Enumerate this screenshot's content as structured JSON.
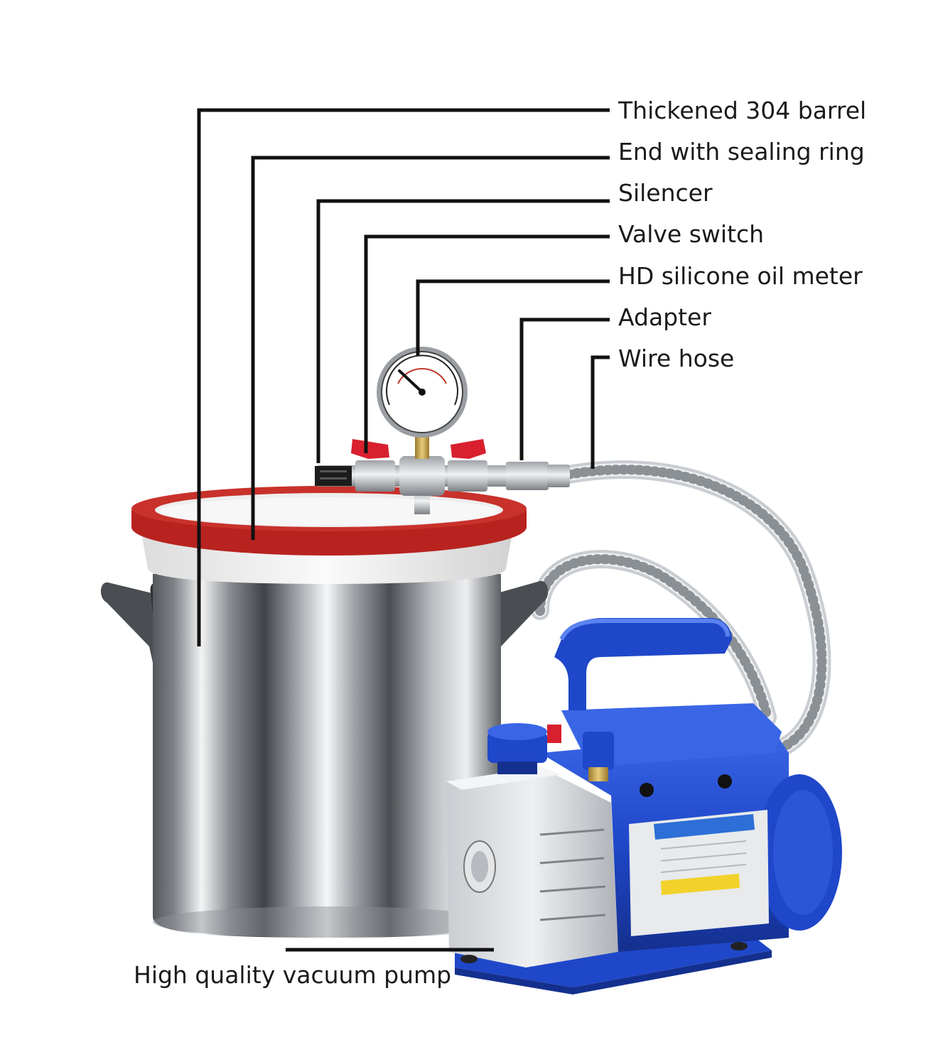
{
  "callouts": {
    "barrel": "Thickened 304 barrel",
    "sealing_ring": "End with sealing ring",
    "silencer": "Silencer",
    "valve_switch": "Valve switch",
    "oil_meter": "HD silicone oil meter",
    "adapter": "Adapter",
    "wire_hose": "Wire hose",
    "vacuum_pump": "High quality vacuum pump"
  },
  "colors": {
    "sealing_ring": "#b8231f",
    "pump_body": "#1f47c9",
    "valve_handle": "#d8202e",
    "callout_line": "#111111"
  }
}
